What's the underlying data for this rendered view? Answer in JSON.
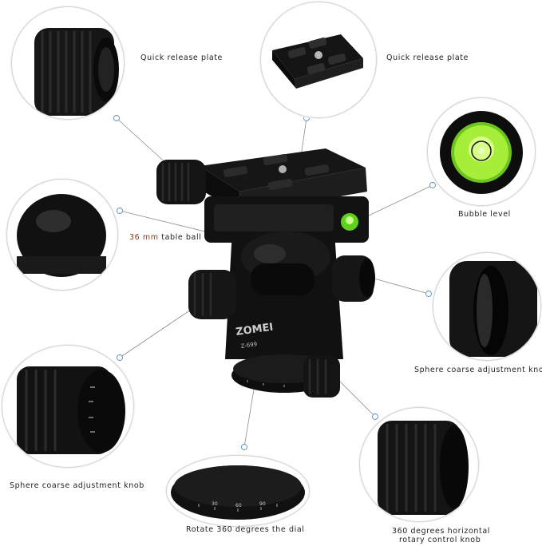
{
  "labels": {
    "quick_release_left": "Quick release plate",
    "quick_release_right": "Quick release plate",
    "bubble_level": "Bubble level",
    "table_ball_prefix": "36 mm",
    "table_ball_suffix": " table ball",
    "sphere_coarse_right": "Sphere coarse adjustment knob",
    "sphere_coarse_left": "Sphere coarse adjustment knob",
    "rotate_dial": "Rotate 360 degrees the dial",
    "rotary_line1": "360 degrees horizontal",
    "rotary_line2": "rotary control knob"
  },
  "product": {
    "brand": "ZOMEI",
    "model": "Z-699"
  },
  "dial_ticks": [
    "30",
    "60",
    "90"
  ],
  "colors": {
    "metal_black": "#111111",
    "bubble_green": "#7ed321",
    "line_gray": "#8c8c8c",
    "text": "#222222",
    "accent_text": "#8a3b1a"
  }
}
